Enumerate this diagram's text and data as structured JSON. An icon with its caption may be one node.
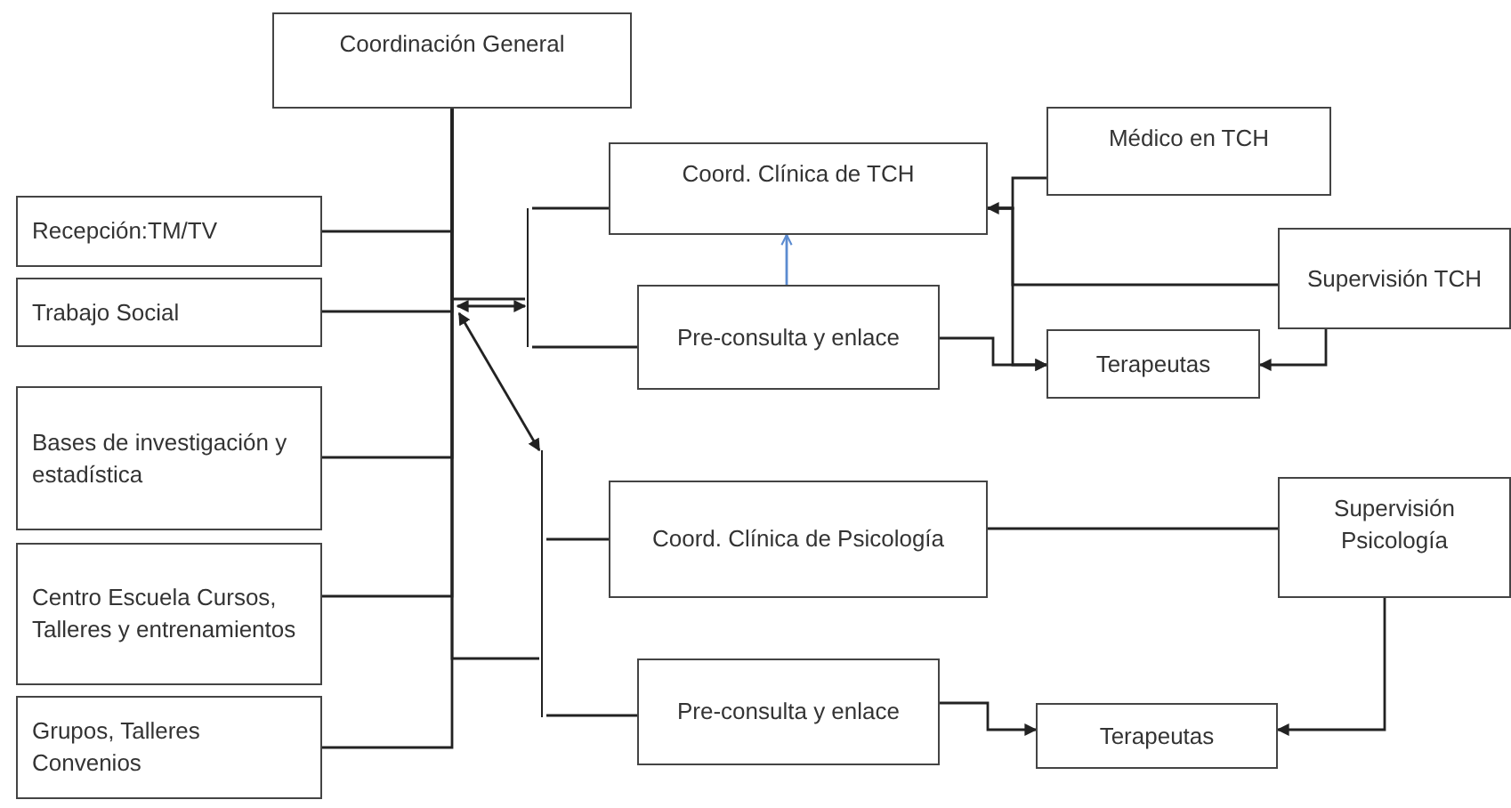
{
  "diagram": {
    "nodes": [
      {
        "text": [
          "Coordinación General"
        ]
      },
      {
        "text": [
          "Recepción:TM/TV"
        ]
      },
      {
        "text": [
          "Trabajo Social"
        ]
      },
      {
        "text": [
          "Bases de investigación y estadística"
        ]
      },
      {
        "text": [
          "Centro Escuela Cursos, Talleres y entrenamientos"
        ]
      },
      {
        "text": [
          "Grupos, Talleres Convenios"
        ]
      },
      {
        "text": [
          "Coord. Clínica de TCH"
        ]
      },
      {
        "text": [
          "Pre-consulta y enlace"
        ]
      },
      {
        "text": [
          "Médico en TCH"
        ]
      },
      {
        "text": [
          "Supervisión TCH"
        ]
      },
      {
        "text": [
          "Terapeutas"
        ]
      },
      {
        "text": [
          "Coord. Clínica de Psicología"
        ]
      },
      {
        "text": [
          "Supervisión Psicología"
        ]
      },
      {
        "text": [
          "Pre-consulta y enlace"
        ]
      },
      {
        "text": [
          "Terapeutas"
        ]
      },
      {
        "text": [],
        "shape": "bar"
      },
      {
        "text": [],
        "shape": "bar"
      }
    ],
    "edges": [
      {
        "from": 0,
        "to": 1,
        "arrow": "none"
      },
      {
        "from": 0,
        "to": 2,
        "arrow": "none"
      },
      {
        "from": 0,
        "to": 3,
        "arrow": "none"
      },
      {
        "from": 0,
        "to": 4,
        "arrow": "none"
      },
      {
        "from": 0,
        "to": 5,
        "arrow": "none"
      },
      {
        "from": 0,
        "to": 15,
        "arrow": "none"
      },
      {
        "from": 15,
        "to": 6,
        "arrow": "none"
      },
      {
        "from": 15,
        "to": 7,
        "arrow": "none"
      },
      {
        "from": 0,
        "to": 16,
        "arrow": "none"
      },
      {
        "from": 16,
        "to": 11,
        "arrow": "none"
      },
      {
        "from": 16,
        "to": 13,
        "arrow": "none"
      },
      {
        "from": 7,
        "to": 6,
        "arrow": "to",
        "color": "#5b8bd0"
      },
      {
        "from": 6,
        "to": 10,
        "arrow": "to"
      },
      {
        "from": 8,
        "to": 6,
        "arrow": "to"
      },
      {
        "from": 9,
        "to": 6,
        "arrow": "none"
      },
      {
        "from": 7,
        "to": 10,
        "arrow": "to"
      },
      {
        "from": 9,
        "to": 10,
        "arrow": "to"
      },
      {
        "from": 11,
        "to": 12,
        "arrow": "none"
      },
      {
        "from": 13,
        "to": 14,
        "arrow": "to"
      },
      {
        "from": 12,
        "to": 14,
        "arrow": "to"
      },
      {
        "from": null,
        "to": 15,
        "arrow": "both"
      },
      {
        "from": null,
        "to": 16,
        "arrow": "both"
      }
    ]
  }
}
